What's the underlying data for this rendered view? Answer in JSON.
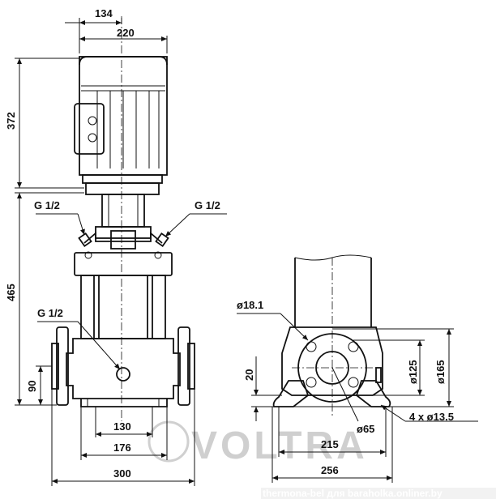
{
  "front_view": {
    "dim_top_134": "134",
    "dim_top_220": "220",
    "dim_motor_height": "372",
    "dim_pump_height": "465",
    "dim_inlet_height": "90",
    "label_g_left": "G 1/2",
    "label_g_right": "G 1/2",
    "label_g_lower": "G 1/2",
    "dim_130": "130",
    "dim_176": "176",
    "dim_300": "300"
  },
  "side_view": {
    "label_d18": "ø18.1",
    "dim_20": "20",
    "label_d125": "ø125",
    "label_d165": "ø165",
    "label_d65": "ø65",
    "label_holes": "4 x ø13.5",
    "dim_215": "215",
    "dim_256": "256"
  },
  "watermark": {
    "brand": "VOLTRA",
    "site": "thermona-bel для baraholka.onliner.by"
  }
}
